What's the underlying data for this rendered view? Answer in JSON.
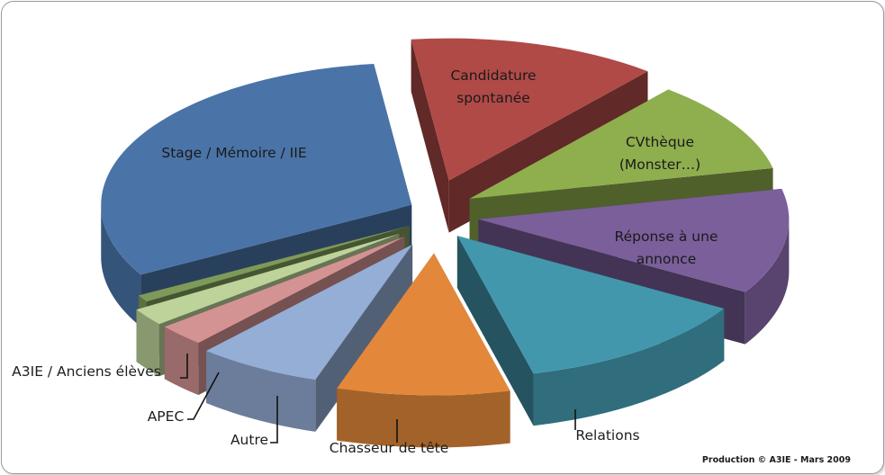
{
  "chart_data": {
    "type": "pie",
    "style": "3d-exploded",
    "title": "",
    "slices": [
      {
        "label": "Candidature spontanée",
        "value": 13.0,
        "color": "#b04a47",
        "label_position": "inside"
      },
      {
        "label": "CVthèque (Monster…)",
        "value": 10.5,
        "color": "#8fae4e",
        "label_position": "inside"
      },
      {
        "label": "Réponse à une annonce",
        "value": 12.0,
        "color": "#7a5f9a",
        "label_position": "inside"
      },
      {
        "label": "Relations",
        "value": 12.5,
        "color": "#4397ad",
        "label_position": "outside"
      },
      {
        "label": "Chasseur de tête",
        "value": 9.0,
        "color": "#e3883b",
        "label_position": "outside"
      },
      {
        "label": "Autre",
        "value": 6.5,
        "color": "#95aed6",
        "label_position": "outside"
      },
      {
        "label": "APEC",
        "value": 2.5,
        "color": "#d49393",
        "label_position": "outside"
      },
      {
        "label": "A3IE / Anciens élèves",
        "value": 2.0,
        "color": "#bdd39a",
        "label_position": "outside"
      },
      {
        "label": "",
        "value": 0.8,
        "color": "#7e9a5a",
        "label_position": "none"
      },
      {
        "label": "Stage / Mémoire / IIE",
        "value": 31.2,
        "color": "#4a74a8",
        "label_position": "inside"
      }
    ]
  },
  "credit": "Production © A3IE - Mars 2009"
}
